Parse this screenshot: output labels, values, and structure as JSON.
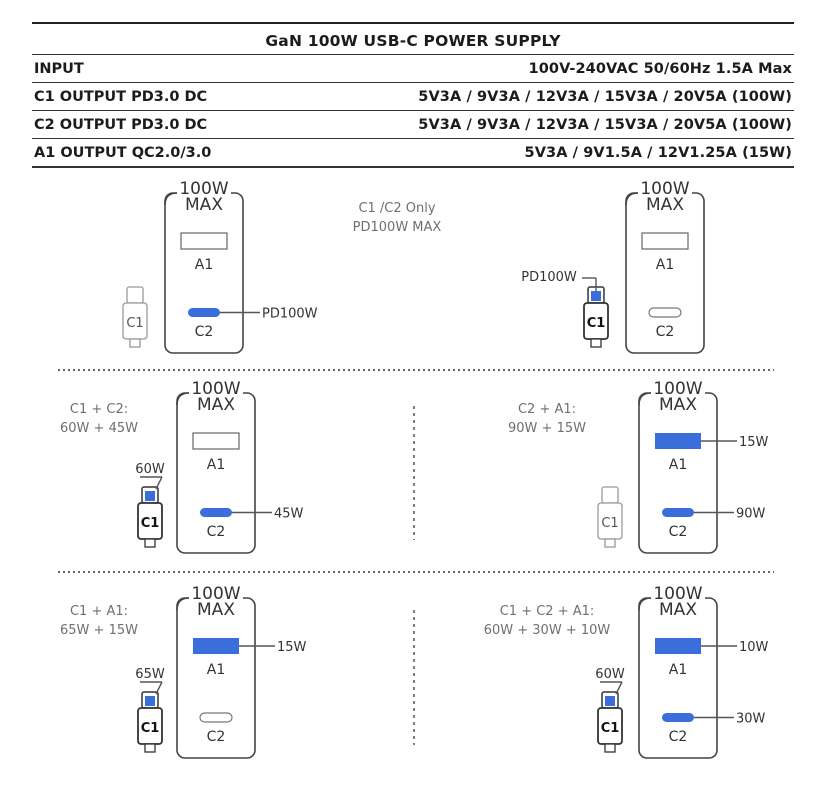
{
  "spec_table": {
    "title": "GaN 100W USB-C POWER SUPPLY",
    "rows": [
      {
        "label": "INPUT",
        "value": "100V-240VAC 50/60Hz 1.5A Max"
      },
      {
        "label": "C1 OUTPUT PD3.0 DC",
        "value": "5V3A / 9V3A / 12V3A / 15V3A / 20V5A (100W)"
      },
      {
        "label": "C2 OUTPUT PD3.0 DC",
        "value": "5V3A / 9V3A / 12V3A / 15V3A / 20V5A (100W)"
      },
      {
        "label": "A1 OUTPUT QC2.0/3.0",
        "value": "5V3A / 9V1.5A / 12V1.25A  (15W)"
      }
    ]
  },
  "charger_labels": {
    "watts": "100W",
    "max": "MAX",
    "a1": "A1",
    "c2": "C2",
    "c1": "C1"
  },
  "colors": {
    "active_port": "#3a6fdb",
    "line": "#555555",
    "text_gray": "#707070"
  },
  "scenarios": [
    {
      "caption_line1": "C1 /C2 Only",
      "caption_line2": "PD100W MAX",
      "c2_label": "PD100W"
    },
    {
      "c1_label": "PD100W"
    },
    {
      "caption_line1": "C1 + C2:",
      "caption_line2": "60W + 45W",
      "c1_label": "60W",
      "c2_label": "45W"
    },
    {
      "caption_line1": "C2 + A1:",
      "caption_line2": "90W + 15W",
      "a1_label": "15W",
      "c2_label": "90W"
    },
    {
      "caption_line1": "C1 + A1:",
      "caption_line2": "65W + 15W",
      "c1_label": "65W",
      "a1_label": "15W"
    },
    {
      "caption_line1": "C1 + C2 + A1:",
      "caption_line2": "60W + 30W + 10W",
      "c1_label": "60W",
      "a1_label": "10W",
      "c2_label": "30W"
    }
  ]
}
